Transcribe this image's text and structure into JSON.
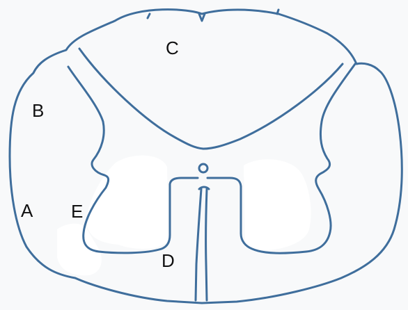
{
  "labels": {
    "a": "A",
    "b": "B",
    "c": "C",
    "d": "D",
    "e": "E"
  },
  "colors": {
    "outline": "#3f6e9c",
    "background": "#f8f9fa",
    "label_text": "#111111"
  }
}
